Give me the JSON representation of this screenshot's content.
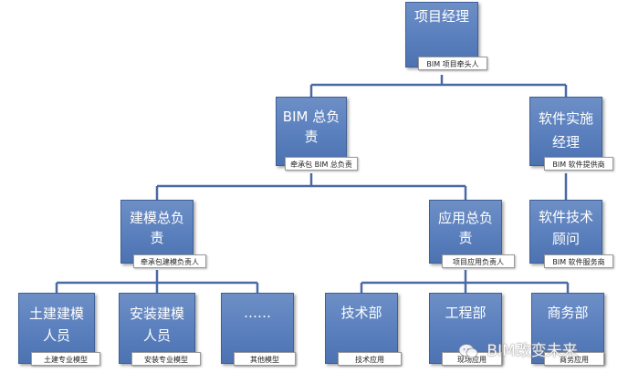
{
  "org_chart": {
    "project_manager": {
      "title": "项目经理",
      "sub": "BIM 项目牵头人"
    },
    "bim_lead": {
      "title": "BIM 总负责",
      "sub": "牵承包 BIM 总负责"
    },
    "software_impl": {
      "title": "软件实施经理",
      "sub": "BIM 软件提供商"
    },
    "modeling_lead": {
      "title": "建模总负责",
      "sub": "牵承包建模负责人"
    },
    "application_lead": {
      "title": "应用总负责",
      "sub": "项目应用负责人"
    },
    "software_consultant": {
      "title": "软件技术顾问",
      "sub": "BIM 软件服务商"
    },
    "civil_modeler": {
      "title": "土建建模人员",
      "sub": "土建专业模型"
    },
    "install_modeler": {
      "title": "安装建模人员",
      "sub": "安装专业模型"
    },
    "other": {
      "title": "……",
      "sub": "其他模型"
    },
    "tech_dept": {
      "title": "技术部",
      "sub": "技术应用"
    },
    "engineering_dept": {
      "title": "工程部",
      "sub": "现场应用"
    },
    "business_dept": {
      "title": "商务部",
      "sub": "商务应用"
    }
  },
  "watermark": {
    "text": "BIM改变未来"
  },
  "colors": {
    "node_fill": "#5a7fbd",
    "node_border": "#3f5f95",
    "connector": "#4a6aa5"
  }
}
